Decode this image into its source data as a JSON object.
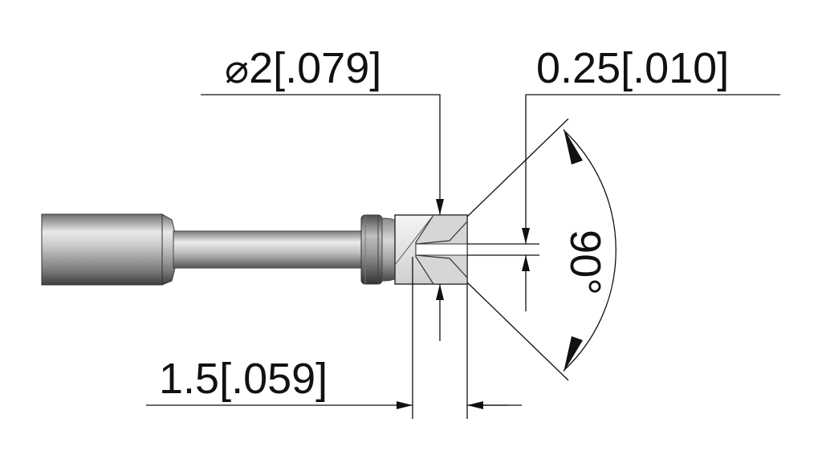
{
  "dimensions": {
    "diameter": {
      "symbol": "⌀",
      "value": "2[.079]"
    },
    "gap": {
      "value": "0.25[.010]"
    },
    "depth": {
      "value": "1.5[.059]"
    },
    "angle": {
      "value": "90°"
    }
  },
  "colors": {
    "line": "#111111",
    "part_light": "#e6e6e6",
    "part_mid": "#9a9a9a",
    "part_dark": "#4a4a4a",
    "background": "#ffffff"
  }
}
